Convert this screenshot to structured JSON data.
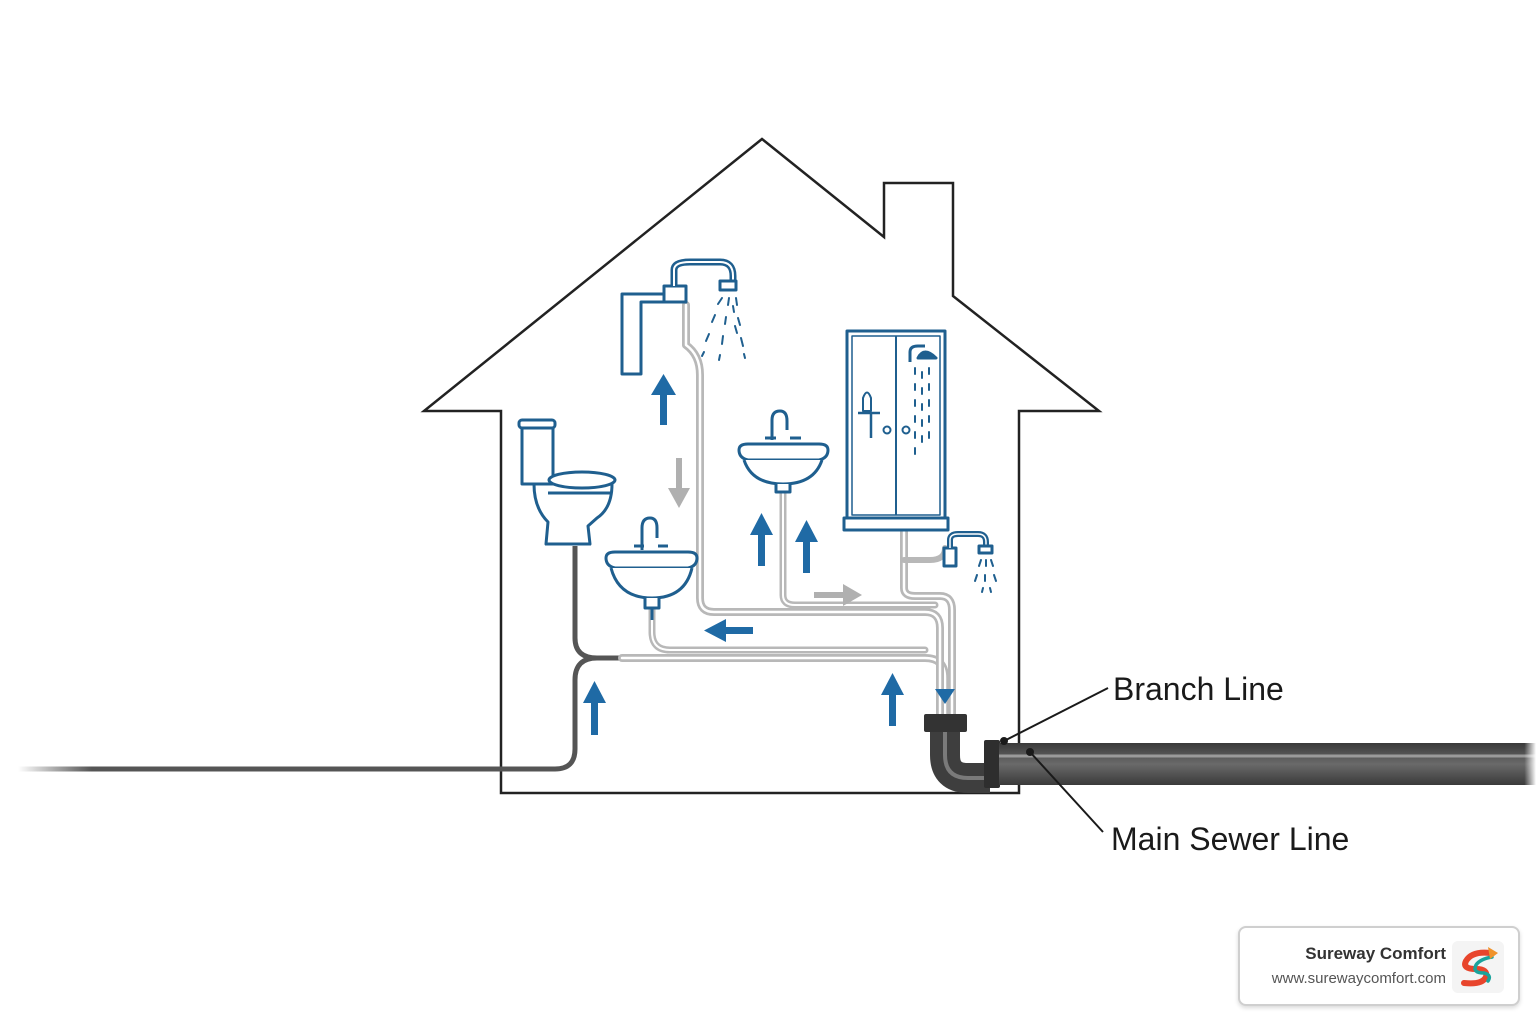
{
  "labels": {
    "branch_line": "Branch Line",
    "main_sewer_line": "Main Sewer Line"
  },
  "brand": {
    "name": "Sureway Comfort",
    "url": "www.surewaycomfort.com",
    "logo_icon": "sureway-s-logo-icon"
  },
  "colors": {
    "fixture_blue": "#1f5f8f",
    "flow_arrow_blue": "#1f6aa5",
    "branch_pipe_gray": "#b8b8b8",
    "sewer_pipe_dark": "#555555",
    "house_outline": "#222222"
  },
  "fixtures": [
    "water-heater",
    "upper-sink",
    "lower-sink",
    "toilet",
    "shower-enclosure",
    "outdoor-spigot"
  ]
}
